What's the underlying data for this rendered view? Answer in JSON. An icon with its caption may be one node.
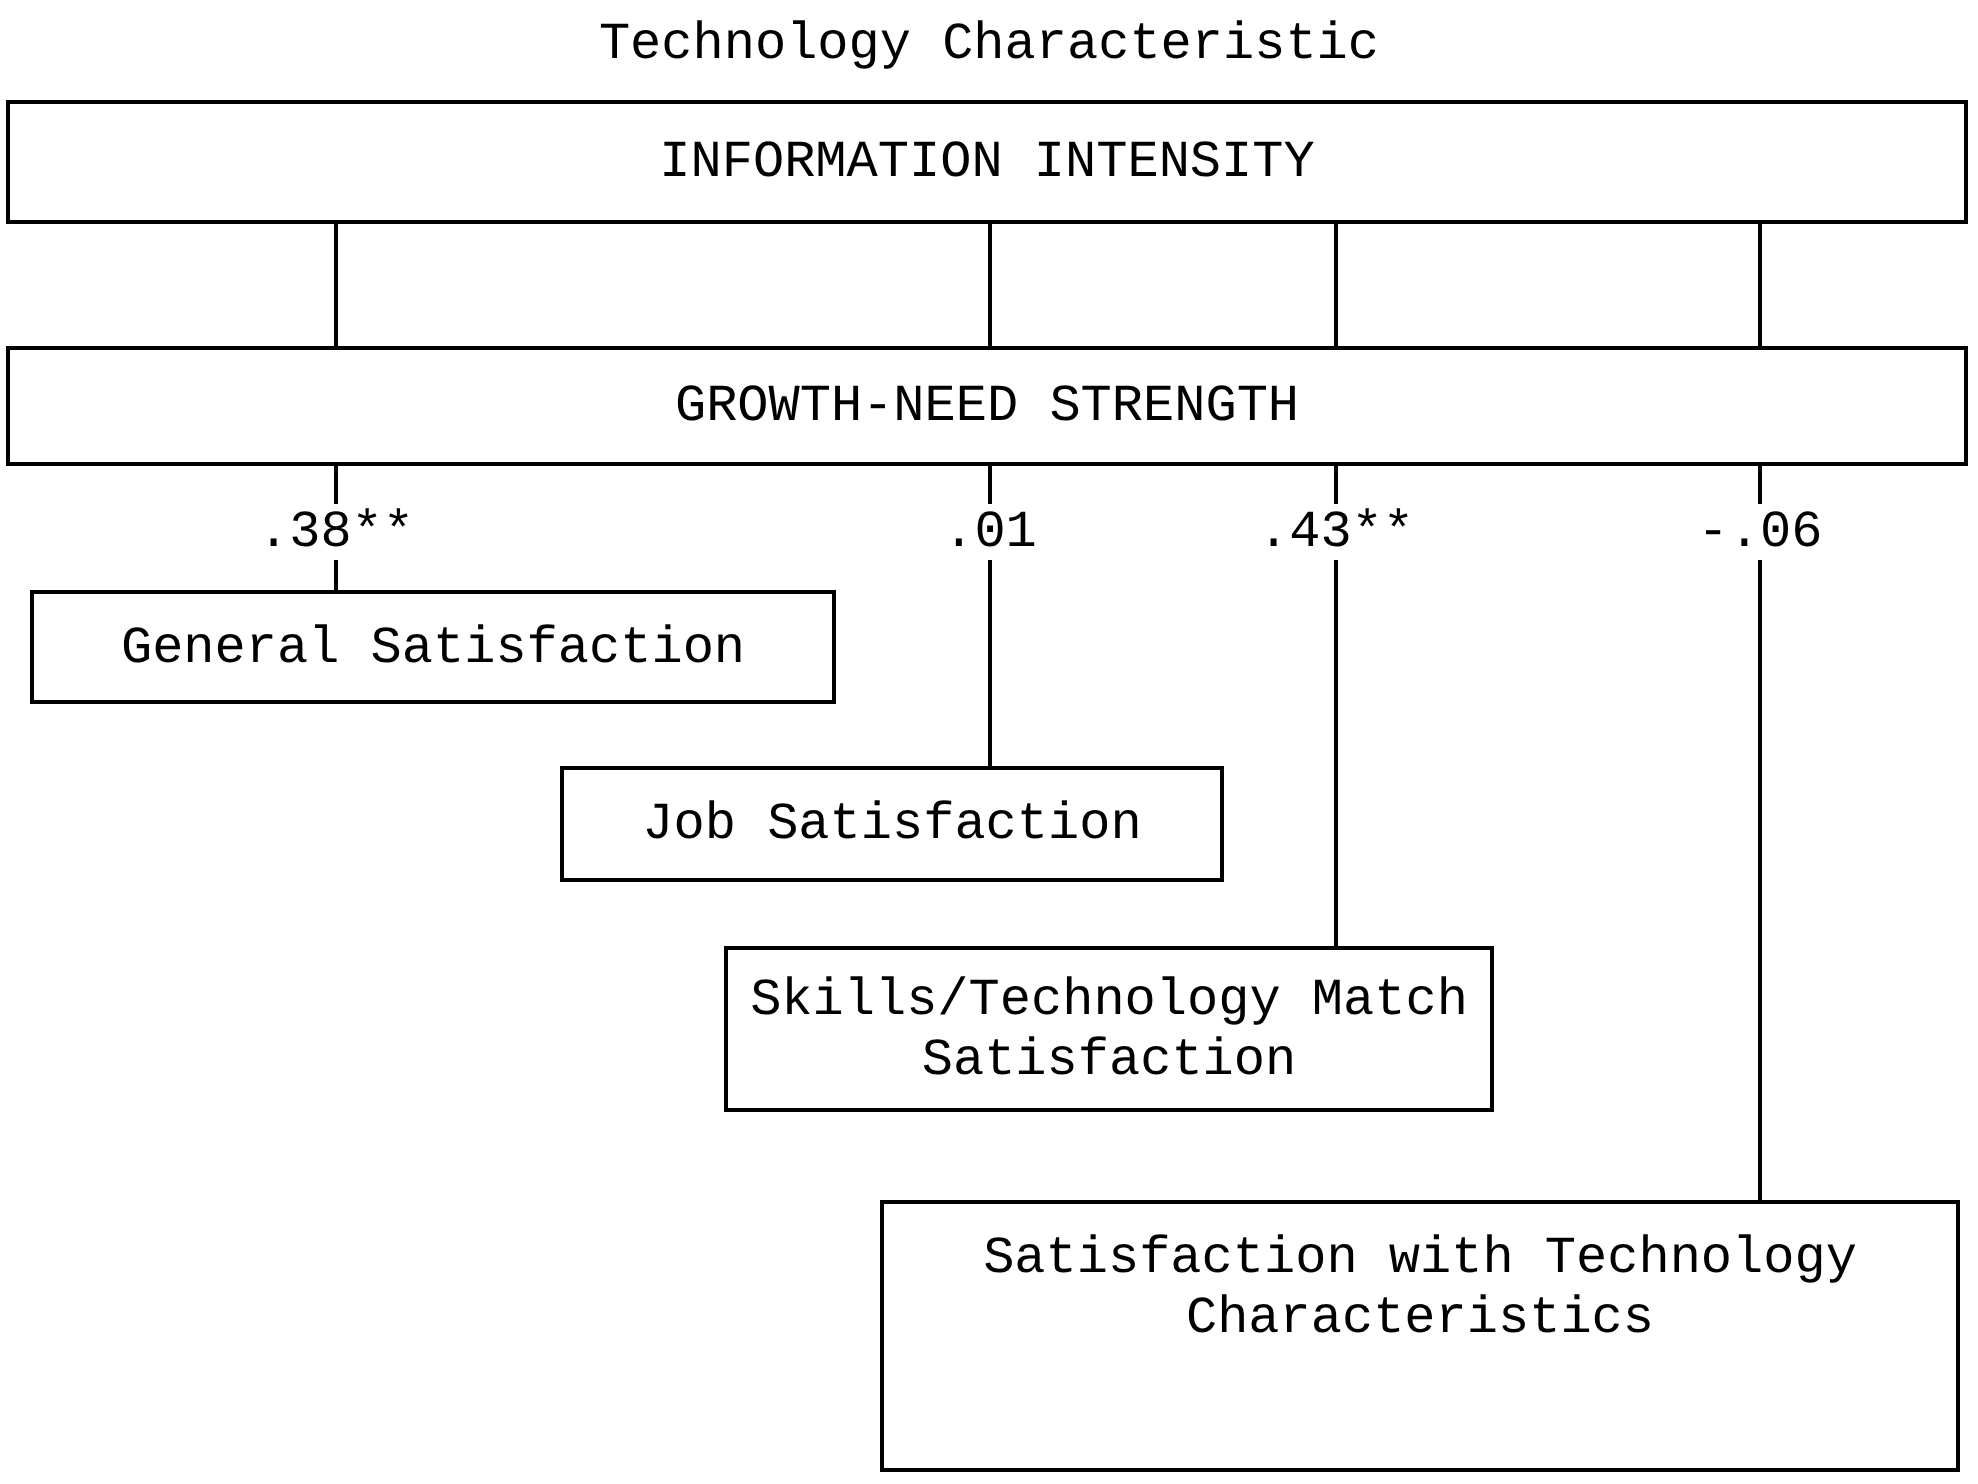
{
  "diagram": {
    "title": "Technology Characteristic",
    "nodes": [
      {
        "text": [
          "INFORMATION INTENSITY"
        ]
      },
      {
        "text": [
          "GROWTH-NEED STRENGTH"
        ]
      },
      {
        "text": [
          "General Satisfaction"
        ]
      },
      {
        "text": [
          "Job Satisfaction"
        ]
      },
      {
        "text": [
          "Skills/Technology Match Satisfaction"
        ]
      },
      {
        "text": [
          "Satisfaction with Technology Characteristics"
        ]
      }
    ],
    "edges": [
      {
        "from": 0,
        "to": 1,
        "arrow": "none"
      },
      {
        "from": 0,
        "to": 1,
        "arrow": "none"
      },
      {
        "from": 0,
        "to": 1,
        "arrow": "none"
      },
      {
        "from": 0,
        "to": 1,
        "arrow": "none"
      },
      {
        "from": 1,
        "to": 2,
        "arrow": "none",
        "label": ".38**"
      },
      {
        "from": 1,
        "to": 3,
        "arrow": "none",
        "label": ".01"
      },
      {
        "from": 1,
        "to": 4,
        "arrow": "none",
        "label": ".43**"
      },
      {
        "from": 1,
        "to": 5,
        "arrow": "none",
        "label": "-.06"
      }
    ]
  }
}
